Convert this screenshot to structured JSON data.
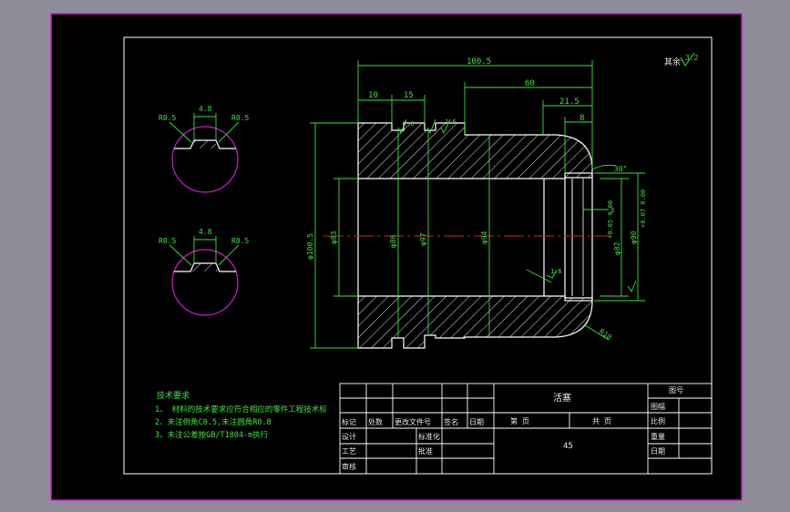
{
  "colors": {
    "background_outer": "#8e8d9a",
    "sheet": "#000000",
    "frame_magenta": "#c81ec8",
    "frame_white": "#ffffff",
    "dimension_green": "#3de33d",
    "centerline_red": "#e01a1a",
    "profile_white": "#ffffff",
    "hatch": "#ffffff"
  },
  "roughness": {
    "label": "其余",
    "value": "3.2"
  },
  "dimensions": {
    "overall_length": "100.5",
    "d60": "60",
    "d21_5": "21.5",
    "d8": "8",
    "d10": "10",
    "d15": "15",
    "chamfer_angle": "30°",
    "dia_100": "φ100.5",
    "dia_83": "φ83",
    "dia_86": "φ86",
    "dia_97": "φ97",
    "dia_94": "φ94",
    "dia_82": "φ82",
    "dia_90": "φ90",
    "tol_82": "+0.05\n0.00",
    "tol_90": "+0.07\n0.00",
    "radius_r10": "R10",
    "rough_1": "1.6",
    "rough_2": "1.6",
    "rough_3": "1.6",
    "dim_3": "3"
  },
  "detail_a": {
    "width": "4.8",
    "left_radius": "R0.5",
    "right_radius": "R0.5"
  },
  "detail_b": {
    "width": "4.8",
    "left_radius": "R0.5",
    "right_radius": "R0.5"
  },
  "tech_notes": {
    "title": "技术要求",
    "lines": [
      "1、 材料的技术要求应符合相应的零件工程技术标",
      "2、未注倒角C0.5,未注圆角R0.8",
      "3、未注公差按GB/T1804-m执行"
    ]
  },
  "title_block": {
    "part_name": "活塞",
    "drawing_no_label": "图号",
    "material": "45",
    "scale_label": "比例",
    "sheet_label": "图幅",
    "weight_label": "重量",
    "date_label": "日期",
    "sheets_total": "共  页",
    "sheet_no": "第  页",
    "rev_label": "标记",
    "qty_label": "处数",
    "zone_label": "更改文件号",
    "sign_label": "签名",
    "date2_label": "日期",
    "designer": "设计",
    "standard": "标准化",
    "process": "工艺",
    "check": "审核",
    "approve": "批准"
  }
}
